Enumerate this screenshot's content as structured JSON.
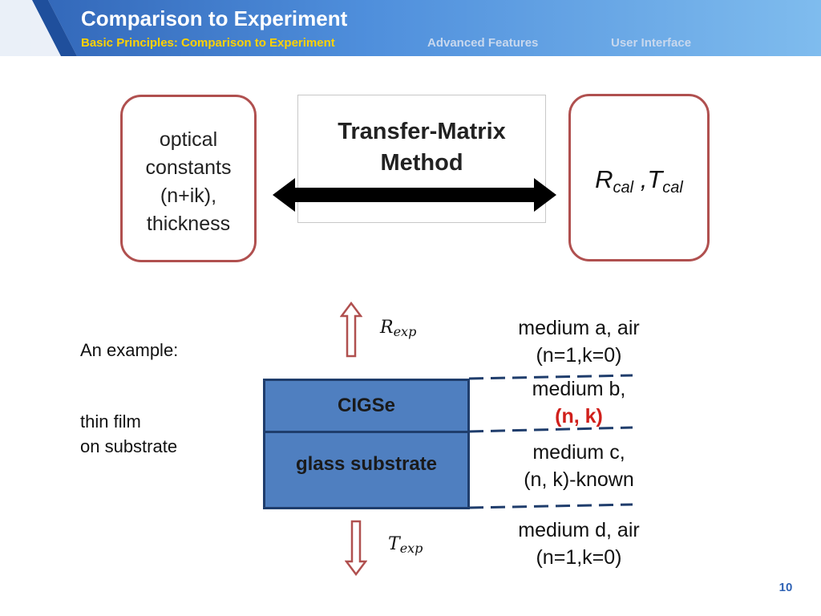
{
  "header": {
    "title": "Comparison to Experiment",
    "nav": [
      "Basic Principles: Comparison to Experiment",
      "Advanced Features",
      "User Interface"
    ],
    "accent_color": "#ffd200"
  },
  "diagram": {
    "left_box_text": "optical\nconstants\n(n+ik),\nthickness",
    "method_text": "Transfer-Matrix\nMethod",
    "right_box": {
      "r": "R",
      "r_sub": "cal",
      "sep": " ,",
      "t": "T",
      "t_sub": "cal"
    },
    "r_exp": {
      "main": "R",
      "sub": "exp"
    },
    "t_exp": {
      "main": "T",
      "sub": "exp"
    },
    "example_label": "An example:",
    "sample_label": "thin film\non substrate",
    "layers": [
      "CIGSe",
      "glass substrate"
    ],
    "media": {
      "a": {
        "line1": "medium a, air",
        "line2": "(n=1,k=0)"
      },
      "b": {
        "line1": "medium b,",
        "line2": "(n, k)"
      },
      "c": {
        "line1": "medium c,",
        "line2": "(n, k)-known"
      },
      "d": {
        "line1": "medium d, air",
        "line2": "(n=1,k=0)"
      }
    }
  },
  "page_number": "10"
}
